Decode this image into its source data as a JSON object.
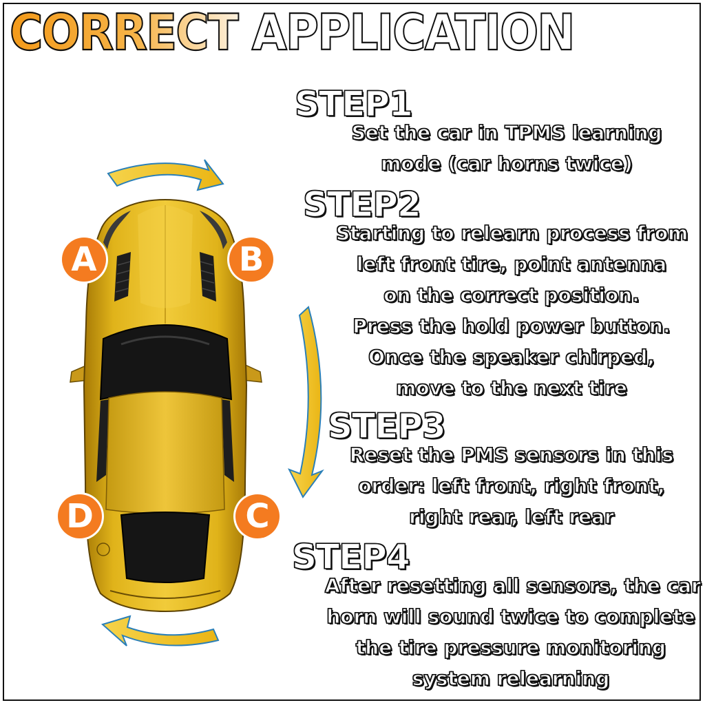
{
  "title": {
    "part1": "CORRECT",
    "part2": " APPLICATION"
  },
  "badges": {
    "a": "A",
    "b": "B",
    "c": "C",
    "d": "D"
  },
  "steps": [
    {
      "heading": "STEP1",
      "lines": [
        "Set the car in TPMS learning",
        "mode (car horns twice)"
      ]
    },
    {
      "heading": "STEP2",
      "lines": [
        "Starting to relearn process from",
        "left front tire, point antenna",
        "on the correct position.",
        "Press the hold power button.",
        "Once the speaker chirped,",
        "move to the next tire"
      ]
    },
    {
      "heading": "STEP3",
      "lines": [
        "Reset the PMS sensors in this",
        "order: left front, right front,",
        "right rear, left rear"
      ]
    },
    {
      "heading": "STEP4",
      "lines": [
        "After resetting all sensors, the car",
        "horn will sound twice to complete",
        "the tire pressure monitoring",
        "system relearning"
      ]
    }
  ],
  "colors": {
    "badge": "#f47b20",
    "arrow": "#f2c21b",
    "car": "#e2b21a",
    "title_accent": "#f39a1a"
  }
}
